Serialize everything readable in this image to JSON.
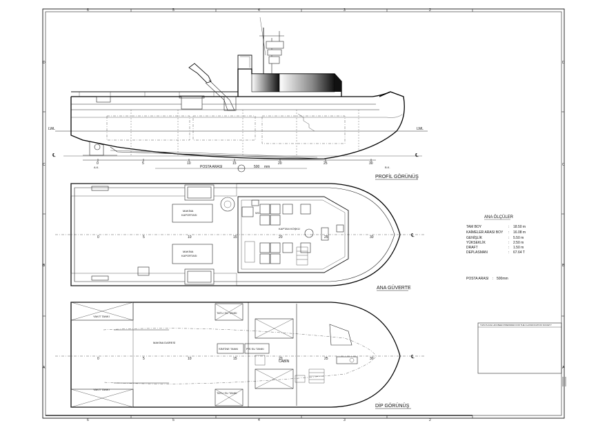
{
  "border": {
    "top_labels": [
      "6",
      "5",
      "4",
      "3",
      "2"
    ],
    "bottom_labels": [
      "6",
      "5",
      "4",
      "3",
      "2"
    ],
    "left_labels": [
      "D",
      "C",
      "B",
      "A"
    ],
    "right_labels": [
      "D",
      "C",
      "B",
      "A"
    ]
  },
  "profile": {
    "title": "PROFİL GÖRÜNÜŞ",
    "lwl_label": "LWL",
    "cl_label": "℄",
    "frame_labels": [
      "0",
      "5",
      "10",
      "15",
      "20",
      "25",
      "30"
    ],
    "posta_arasi_label": "POSTA ARASI",
    "posta_value": "500",
    "posta_unit": "mm",
    "small_markers": [
      "A.K.",
      "B.K."
    ]
  },
  "deck": {
    "title": "ANA GÜVERTE",
    "cl_label": "℄",
    "frame_labels": [
      "0",
      "5",
      "10",
      "15",
      "20",
      "25",
      "30"
    ],
    "machinery_1": [
      "MAKİNA",
      "KAPORTASI"
    ],
    "machinery_2": [
      "MAKİNA",
      "KAPORTASI"
    ],
    "wheelhouse_label": "KAPTAN KÖŞKÜ",
    "wc_label": "WC"
  },
  "bottom": {
    "title": "DİP GÖRÜNÜŞ",
    "cl_label": "℄",
    "frame_labels": [
      "0",
      "5",
      "10",
      "15",
      "20",
      "25",
      "30"
    ],
    "fuel_tank_1": "YAKIT TANKI",
    "fuel_tank_2": "YAKIT TANKI",
    "fresh_tank_1": "TATLI SU TANKI",
    "fresh_tank_2": "TATLI SU TANKI",
    "engine_room": "MAKİNA DAİRESİ",
    "sintine": "SİNTİNE TANKI",
    "pis_su": "PİS SU TANKI",
    "cabin": "CABİN"
  },
  "specs": {
    "title": "ANA ÖLÇÜLER",
    "rows": [
      {
        "label": "TAM BOY",
        "value": "18.50 m"
      },
      {
        "label": "KAİMELER ARASI BOY",
        "value": "16.08 m"
      },
      {
        "label": "GENİŞLİK",
        "value": "5.50 m"
      },
      {
        "label": "YÜKSEKLİK",
        "value": "2.50 m"
      },
      {
        "label": "DRAFT",
        "value": "1.50 m"
      },
      {
        "label": "DEPLASMAN",
        "value": "67.64 T"
      }
    ],
    "posta_label": "POSTA ARASI",
    "posta_value": "500mm"
  },
  "title_block": {
    "note": "THIS PLACE HAS BEEN PREPARED FOR THE CLASSIFICATION SOCIETY"
  }
}
